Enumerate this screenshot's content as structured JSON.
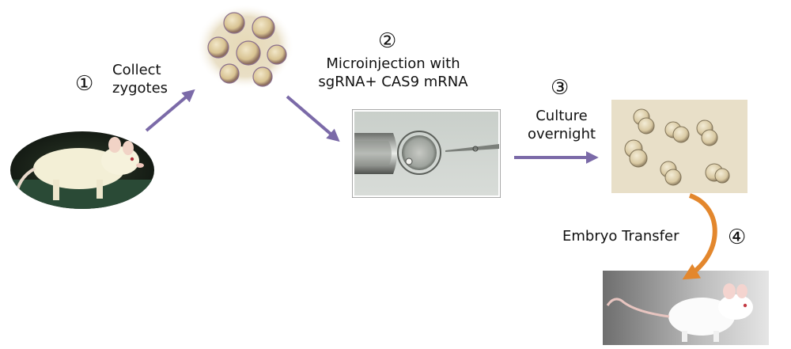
{
  "steps": [
    {
      "number": "①",
      "label_lines": [
        "Collect",
        "zygotes"
      ]
    },
    {
      "number": "②",
      "label_lines": [
        "Microinjection with",
        "sgRNA+ CAS9 mRNA"
      ]
    },
    {
      "number": "③",
      "label_lines": [
        "Culture",
        "overnight"
      ]
    },
    {
      "number": "④",
      "label_lines": [
        "Embryo Transfer"
      ]
    }
  ],
  "colors": {
    "arrow_purple": "#7b6aa8",
    "arrow_orange": "#e3872d"
  },
  "icons": {
    "donor_mouse": "white-mouse-photo",
    "zygotes": "zygote-cluster-photo",
    "microinjection": "microinjection-micrograph",
    "embryos": "two-cell-embryos-photo",
    "recipient_mouse": "white-mouse-photo"
  }
}
